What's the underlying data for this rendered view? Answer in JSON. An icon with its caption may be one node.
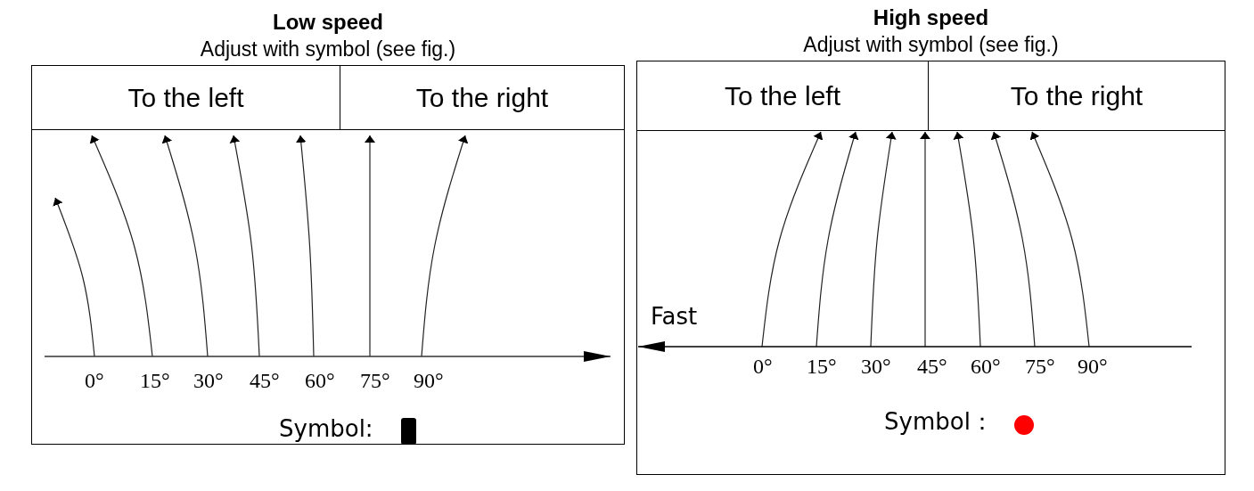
{
  "diagram": {
    "nodes": [
      {
        "text": [
          "Low speed",
          "Adjust with symbol (see fig.)"
        ]
      },
      {
        "text": [
          "To the left"
        ],
        "in": 0
      },
      {
        "text": [
          "To the right"
        ],
        "in": 0
      },
      {
        "text": [
          "High speed",
          "Adjust with symbol (see fig.)"
        ]
      },
      {
        "text": [
          "To the left"
        ],
        "in": 3
      },
      {
        "text": [
          "To the right"
        ],
        "in": 3
      }
    ],
    "labels": [
      "0°",
      "15°",
      "30°",
      "45°",
      "60°",
      "75°",
      "90°",
      "Symbol:",
      "Fast",
      "0°",
      "15°",
      "30°",
      "45°",
      "60°",
      "75°",
      "90°",
      "Symbol："
    ]
  }
}
